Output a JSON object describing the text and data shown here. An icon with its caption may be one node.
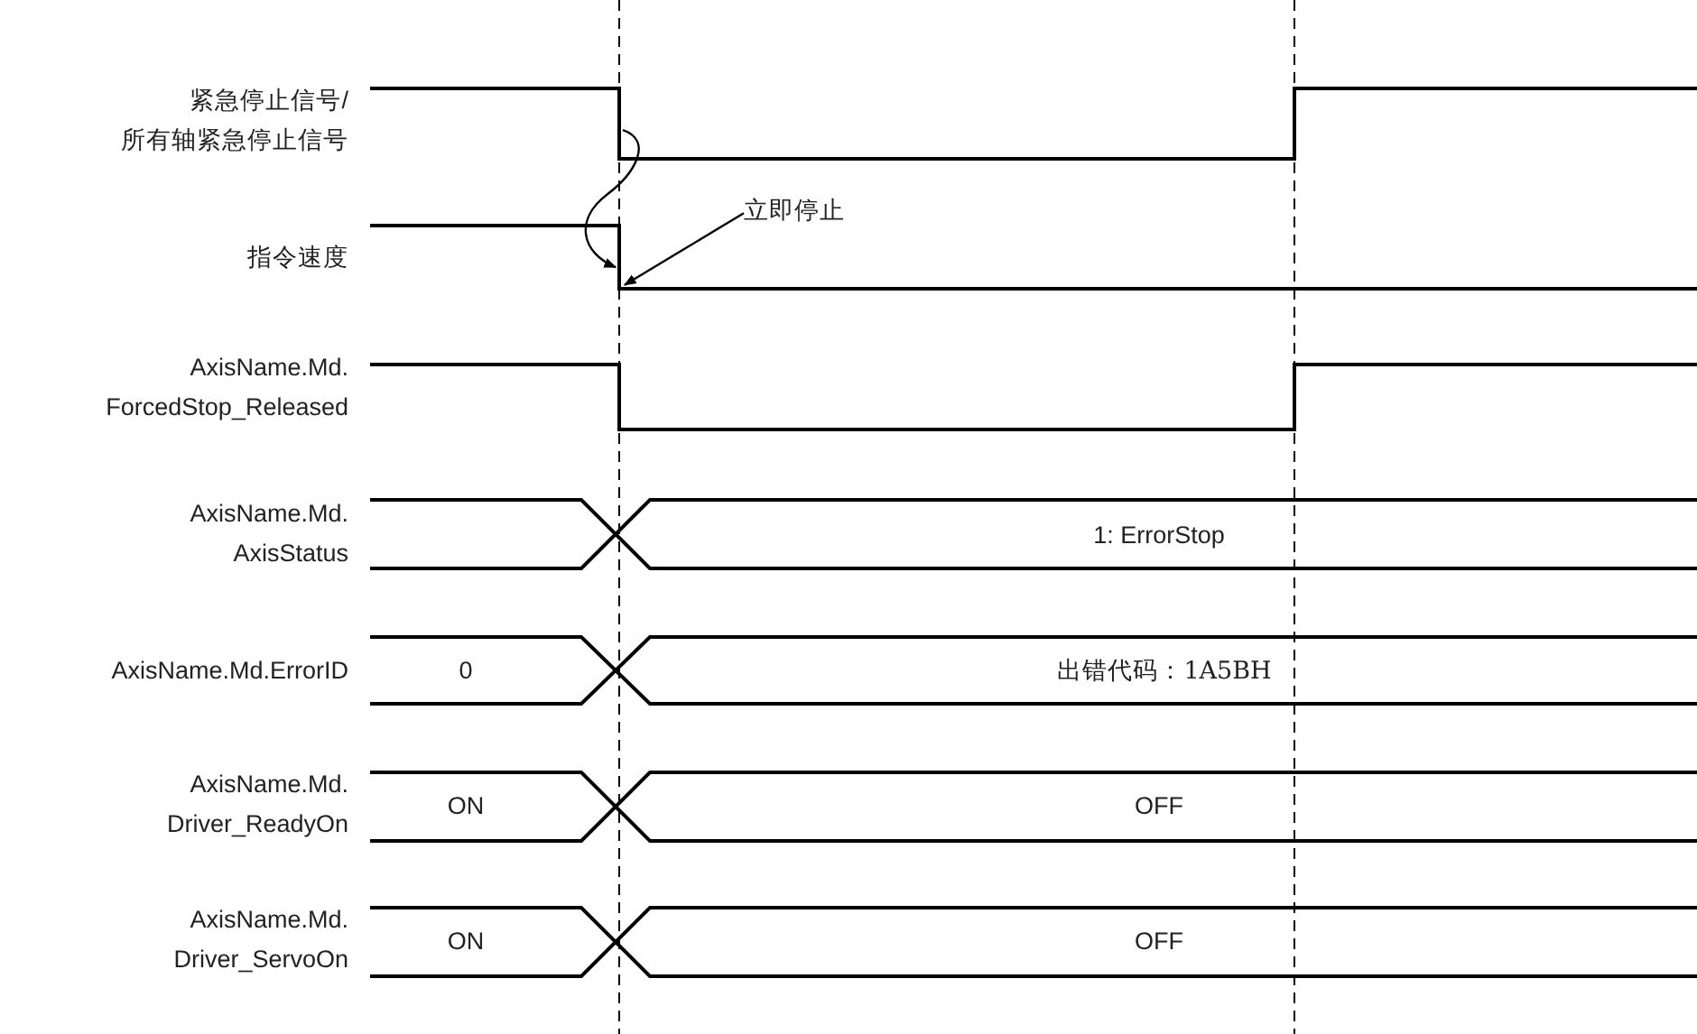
{
  "diagram": {
    "nodes": [
      {
        "text": [],
        "shape": "line"
      },
      {
        "text": [],
        "shape": "line"
      },
      {
        "text": [
          "立即停止"
        ]
      }
    ],
    "edges": [
      {
        "from": 0,
        "to": 1,
        "arrow": "to"
      },
      {
        "from": 2,
        "to": 1,
        "arrow": "to"
      }
    ],
    "labels": [
      "紧急停止信号/所有轴紧急停止信号",
      "指令速度",
      "AxisName.Md. ForcedStop_Released",
      "AxisName.Md. AxisStatus",
      "1: ErrorStop",
      "AxisName.Md.ErrorID",
      "0",
      "出错代码：1A5BH",
      "AxisName.Md. Driver_ReadyOn",
      "ON",
      "OFF",
      "AxisName.Md. Driver_ServoOn",
      "ON",
      "OFF"
    ]
  }
}
